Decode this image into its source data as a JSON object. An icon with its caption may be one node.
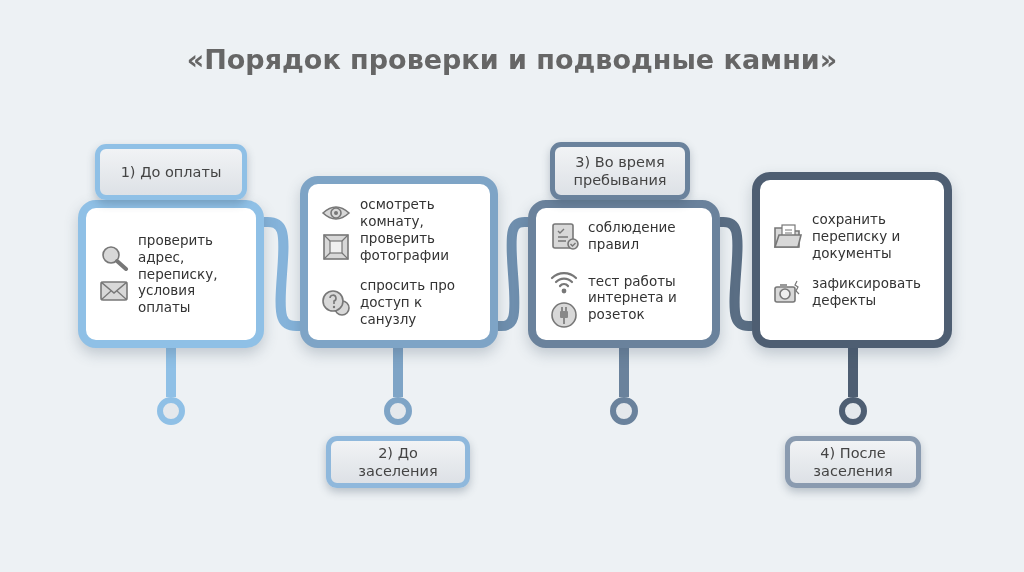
{
  "diagram": {
    "title": "«Порядок проверки и подводные камни»",
    "nodes": [
      {
        "text": [
          "1) До оплаты"
        ]
      },
      {
        "text": [
          "проверить адрес, переписку, условия оплаты"
        ]
      },
      {
        "text": [
          "осмотреть комнату, проверить фотографии",
          "спросить про доступ к санузлу"
        ]
      },
      {
        "text": [
          "3) Во время пребывания"
        ]
      },
      {
        "text": [
          "соблюдение правил",
          "тест работы интернета и розеток"
        ]
      },
      {
        "text": [
          "сохранить переписку и документы",
          "зафиксировать дефекты"
        ]
      },
      {
        "text": [],
        "shape": "circle"
      },
      {
        "text": [],
        "shape": "circle"
      },
      {
        "text": [],
        "shape": "circle"
      },
      {
        "text": [],
        "shape": "circle"
      },
      {
        "text": [
          "2) До заселения"
        ]
      },
      {
        "text": [
          "4) После заселения"
        ]
      }
    ],
    "edges": [
      {
        "from": 1,
        "to": 2,
        "arrow": "none",
        "color": "#85b3da"
      },
      {
        "from": 2,
        "to": 4,
        "arrow": "none",
        "color": "#6f8fae"
      },
      {
        "from": 4,
        "to": 5,
        "arrow": "none",
        "color": "#5a6e84"
      },
      {
        "from": 1,
        "to": 6,
        "arrow": "none",
        "color": "#8fc0e6"
      },
      {
        "from": 2,
        "to": 7,
        "arrow": "none",
        "color": "#7ea4c6"
      },
      {
        "from": 4,
        "to": 8,
        "arrow": "none",
        "color": "#6a829c"
      },
      {
        "from": 5,
        "to": 9,
        "arrow": "none",
        "color": "#4e5e72"
      }
    ]
  }
}
